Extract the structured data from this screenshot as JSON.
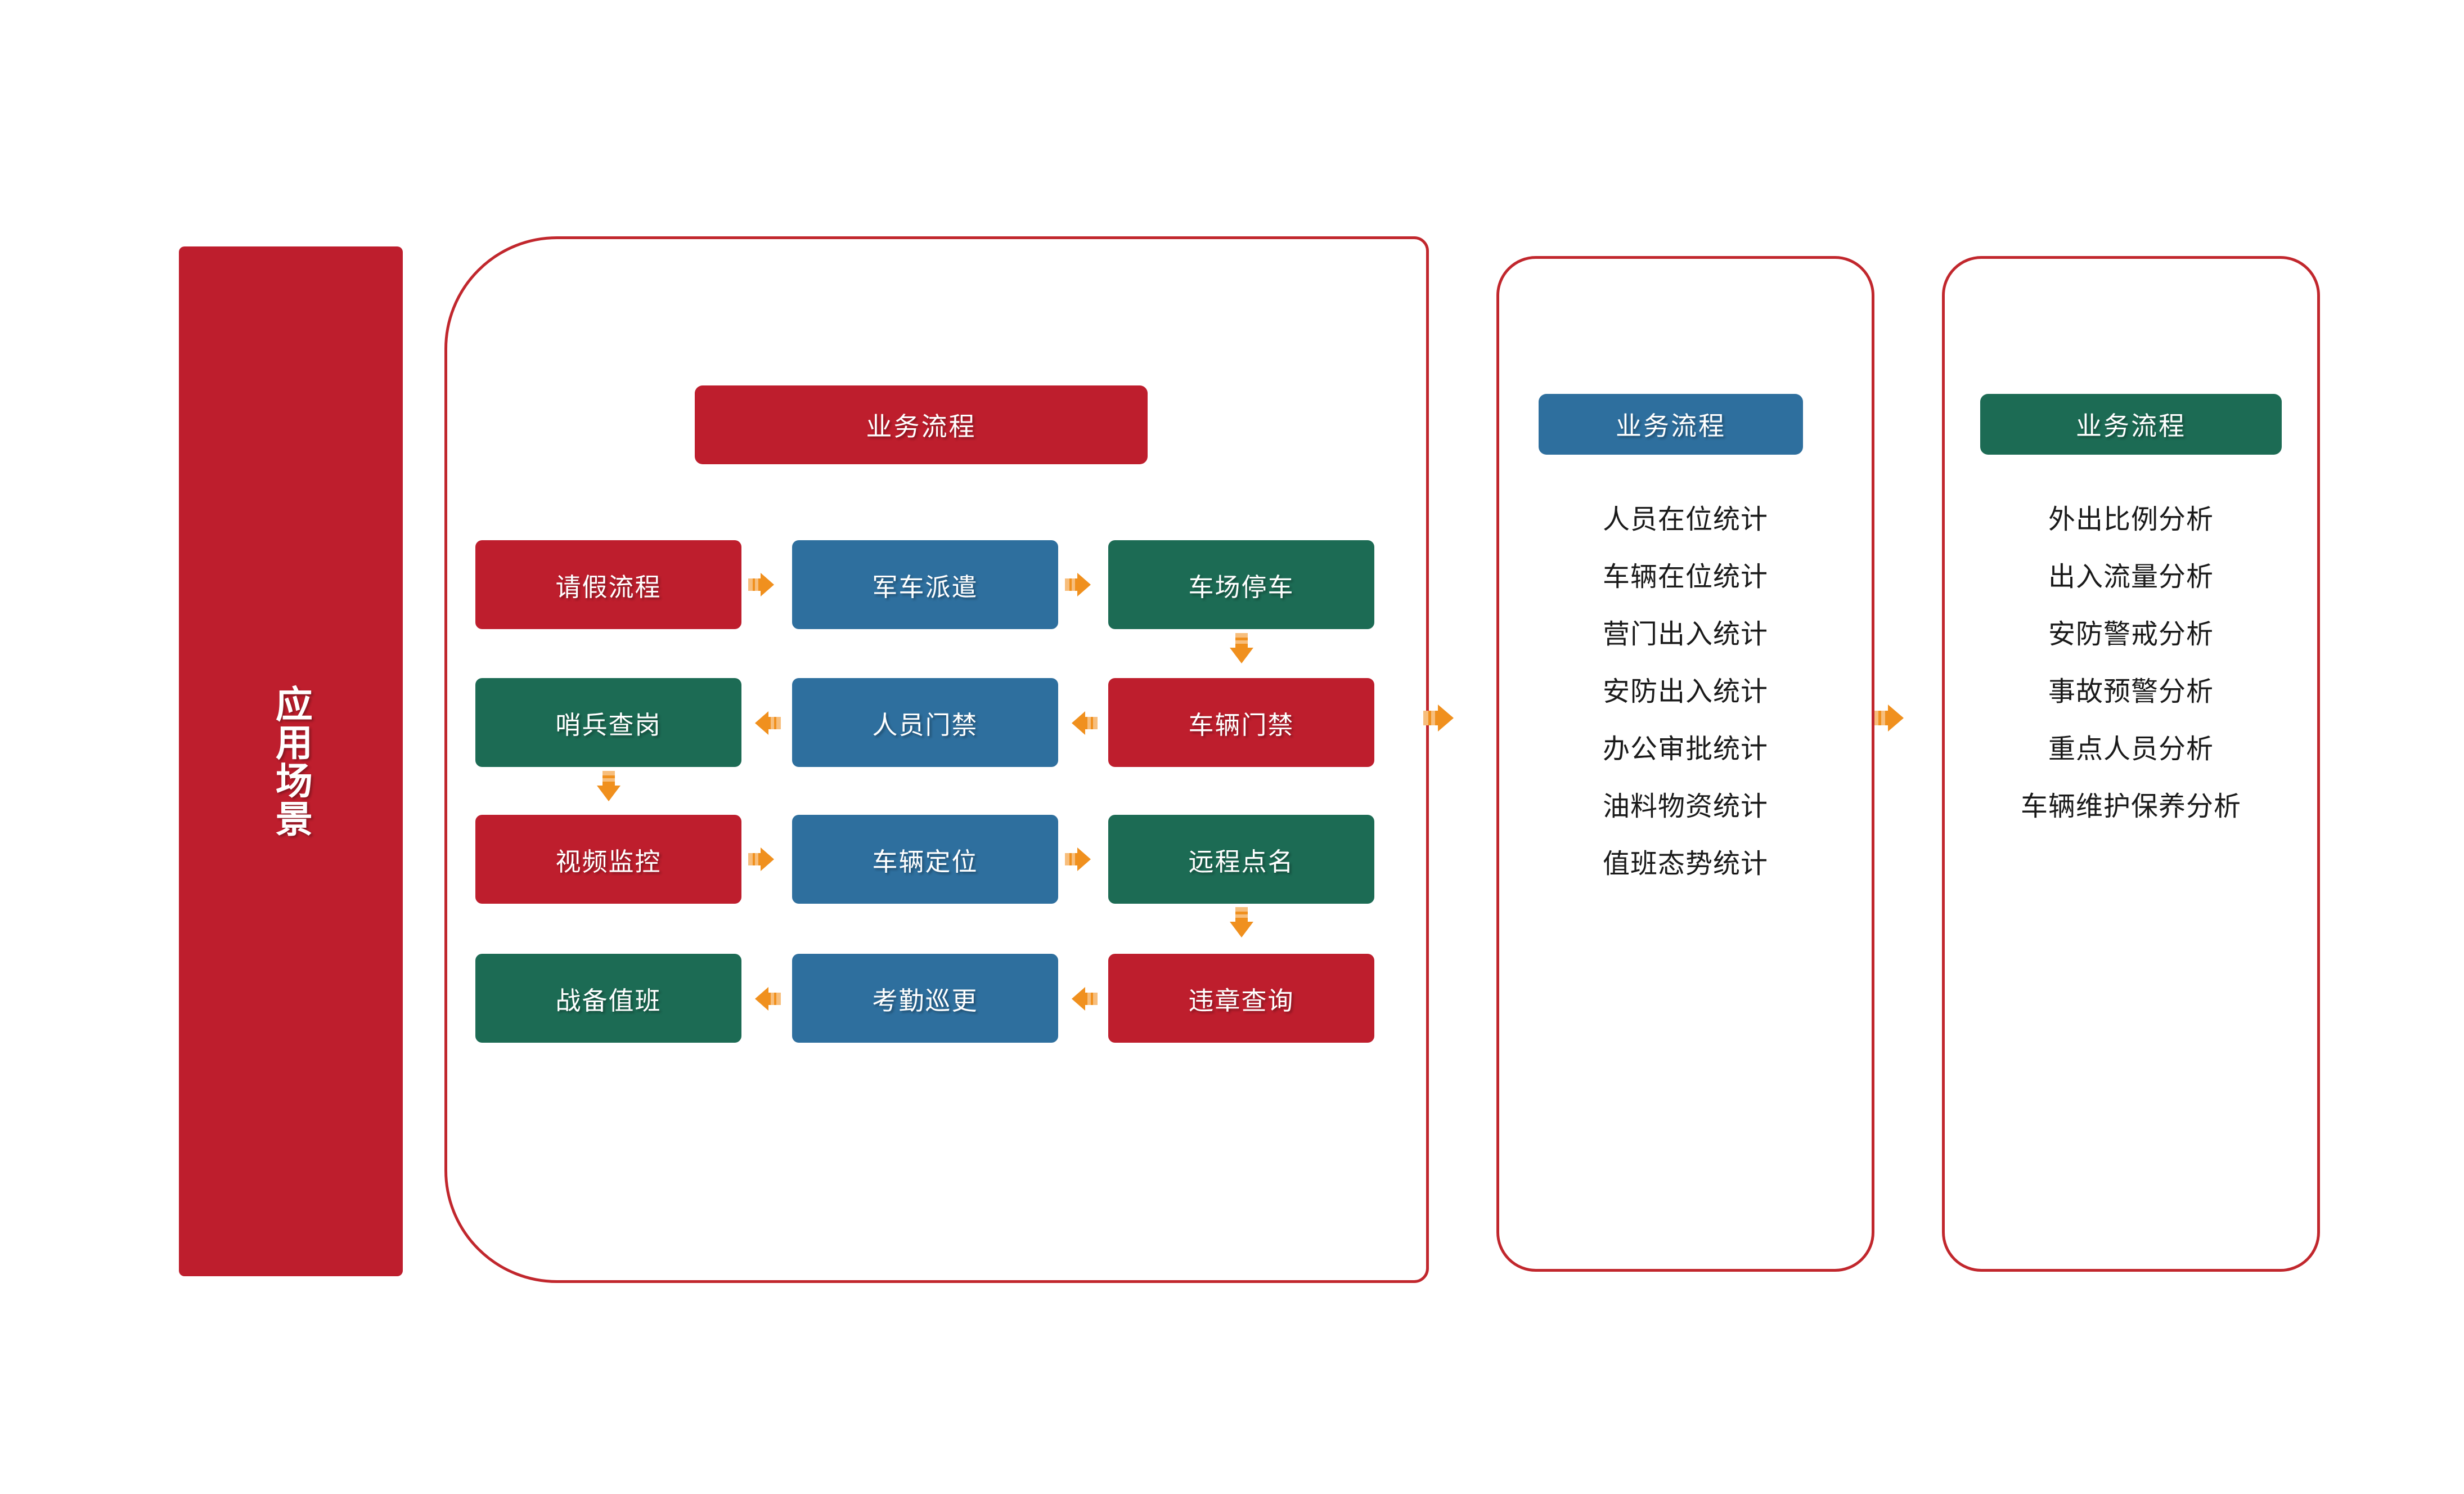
{
  "scenario": {
    "label": "应用场景",
    "color": "#BE1E2D"
  },
  "palette": {
    "red": "#BE1E2D",
    "blue": "#2E6F9E",
    "green": "#1C6B54",
    "arrow_orange": "#F0901E",
    "panel_border_red": "#C1272D"
  },
  "flow_panel": {
    "header": "业务流程",
    "boxes": [
      {
        "label": "请假流程",
        "color": "red"
      },
      {
        "label": "军车派遣",
        "color": "blue"
      },
      {
        "label": "车场停车",
        "color": "green"
      },
      {
        "label": "哨兵查岗",
        "color": "green"
      },
      {
        "label": "人员门禁",
        "color": "blue"
      },
      {
        "label": "车辆门禁",
        "color": "red"
      },
      {
        "label": "视频监控",
        "color": "red"
      },
      {
        "label": "车辆定位",
        "color": "blue"
      },
      {
        "label": "远程点名",
        "color": "green"
      },
      {
        "label": "战备值班",
        "color": "green"
      },
      {
        "label": "考勤巡更",
        "color": "blue"
      },
      {
        "label": "违章查询",
        "color": "red"
      }
    ]
  },
  "stats_panel": {
    "header": "业务流程",
    "items": [
      "人员在位统计",
      "车辆在位统计",
      "营门出入统计",
      "安防出入统计",
      "办公审批统计",
      "油料物资统计",
      "值班态势统计"
    ]
  },
  "analysis_panel": {
    "header": "业务流程",
    "items": [
      "外出比例分析",
      "出入流量分析",
      "安防警戒分析",
      "事故预警分析",
      "重点人员分析",
      "车辆维护保养分析"
    ]
  }
}
